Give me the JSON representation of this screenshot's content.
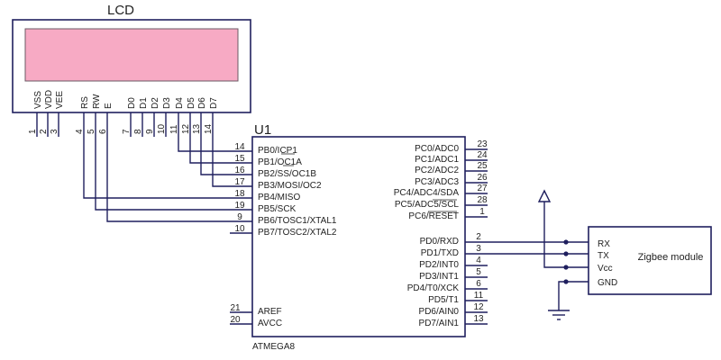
{
  "lcd": {
    "title": "LCD",
    "screen_color": "#f7aac4",
    "pins": [
      {
        "name": "VSS",
        "num": "1"
      },
      {
        "name": "VDD",
        "num": "2"
      },
      {
        "name": "VEE",
        "num": "3"
      },
      {
        "name": "RS",
        "num": "4"
      },
      {
        "name": "RW",
        "num": "5"
      },
      {
        "name": "E",
        "num": "6"
      },
      {
        "name": "D0",
        "num": "7"
      },
      {
        "name": "D1",
        "num": "8"
      },
      {
        "name": "D2",
        "num": "9"
      },
      {
        "name": "D3",
        "num": "10"
      },
      {
        "name": "D4",
        "num": "11"
      },
      {
        "name": "D5",
        "num": "12"
      },
      {
        "name": "D6",
        "num": "13"
      },
      {
        "name": "D7",
        "num": "14"
      }
    ]
  },
  "mcu": {
    "ref": "U1",
    "part": "ATMEGA8",
    "left_pins": [
      {
        "name": "PB0/ICP1",
        "num": "14"
      },
      {
        "name": "PB1/OC1A",
        "num": "15"
      },
      {
        "name": "PB2/SS/OC1B",
        "num": "16"
      },
      {
        "name": "PB3/MOSI/OC2",
        "num": "17"
      },
      {
        "name": "PB4/MISO",
        "num": "18"
      },
      {
        "name": "PB5/SCK",
        "num": "19"
      },
      {
        "name": "PB6/TOSC1/XTAL1",
        "num": "9"
      },
      {
        "name": "PB7/TOSC2/XTAL2",
        "num": "10"
      }
    ],
    "left_bottom_pins": [
      {
        "name": "AREF",
        "num": "21"
      },
      {
        "name": "AVCC",
        "num": "20"
      }
    ],
    "right_pins_c": [
      {
        "name": "PC0/ADC0",
        "num": "23"
      },
      {
        "name": "PC1/ADC1",
        "num": "24"
      },
      {
        "name": "PC2/ADC2",
        "num": "25"
      },
      {
        "name": "PC3/ADC3",
        "num": "26"
      },
      {
        "name": "PC4/ADC4/SDA",
        "num": "27"
      },
      {
        "name": "PC5/ADC5/SCL",
        "num": "28"
      },
      {
        "name": "PC6/RESET",
        "num": "1"
      }
    ],
    "right_pins_d": [
      {
        "name": "PD0/RXD",
        "num": "2"
      },
      {
        "name": "PD1/TXD",
        "num": "3"
      },
      {
        "name": "PD2/INT0",
        "num": "4"
      },
      {
        "name": "PD3/INT1",
        "num": "5"
      },
      {
        "name": "PD4/T0/XCK",
        "num": "6"
      },
      {
        "name": "PD5/T1",
        "num": "11"
      },
      {
        "name": "PD6/AIN0",
        "num": "12"
      },
      {
        "name": "PD7/AIN1",
        "num": "13"
      }
    ]
  },
  "zigbee": {
    "title": "Zigbee module",
    "pins": [
      "RX",
      "TX",
      "Vcc",
      "GND"
    ]
  },
  "colors": {
    "wire": "#1f1f5e",
    "lcd_screen": "#f7aac4"
  }
}
